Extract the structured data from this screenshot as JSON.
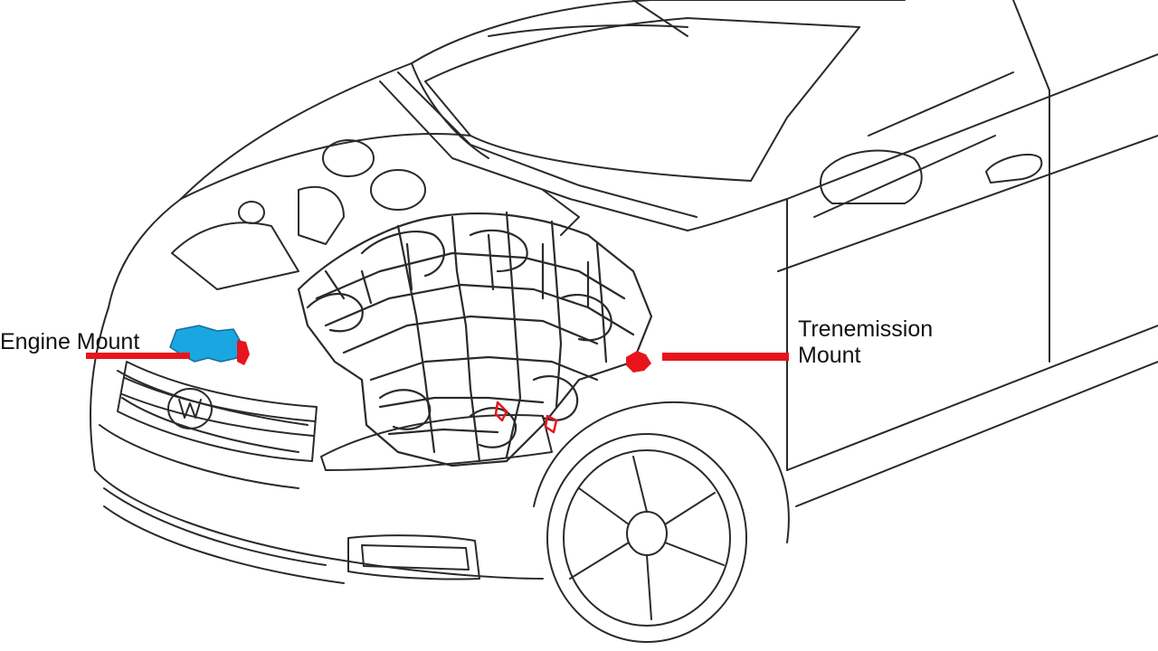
{
  "diagram": {
    "labels": {
      "engine_mount": "Engine Mount",
      "transmission_mount_line1": "Trenemission",
      "transmission_mount_line2": "Mount"
    },
    "colors": {
      "outline": "#2a2a2a",
      "leader_line": "#e8141c",
      "engine_mount_highlight": "#1aa6e0",
      "transmission_mount_highlight": "#e8141c",
      "background": "#ffffff"
    }
  }
}
